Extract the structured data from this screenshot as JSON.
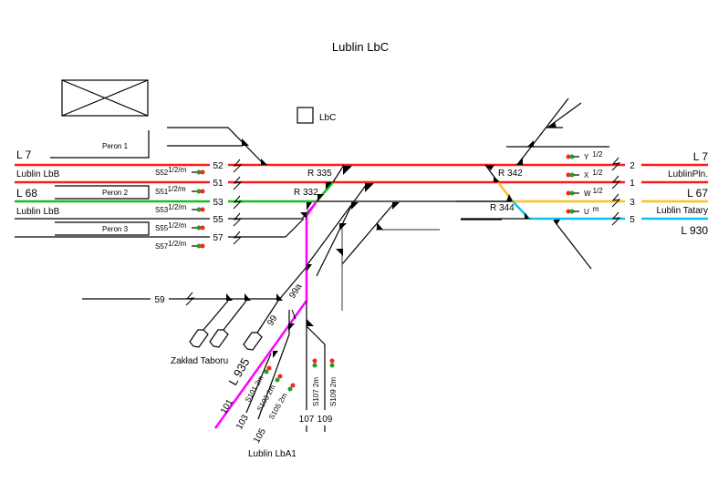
{
  "title": "Lublin LbC",
  "legend_box_label": "LbC",
  "left_labels": [
    "L 7",
    "Lublin LbB",
    "L 68",
    "Lublin LbB"
  ],
  "right_labels": [
    "L 7",
    "LublinPln.",
    "L 67",
    "Lublin Tatary",
    "L 930"
  ],
  "platforms": [
    "Peron 1",
    "Peron 2",
    "Peron 3"
  ],
  "left_track_numbers": [
    "52",
    "51",
    "53",
    "55",
    "57"
  ],
  "right_track_numbers": [
    "2",
    "1",
    "3",
    "5"
  ],
  "left_signals": [
    {
      "name": "S52",
      "sup": "1/2/m"
    },
    {
      "name": "S51",
      "sup": "1/2/m"
    },
    {
      "name": "S53",
      "sup": "1/2/m"
    },
    {
      "name": "S55",
      "sup": "1/2/m"
    },
    {
      "name": "S57",
      "sup": "1/2/m"
    }
  ],
  "right_signals": [
    {
      "name": "Y",
      "sup": "1/2"
    },
    {
      "name": "X",
      "sup": "1/2"
    },
    {
      "name": "W",
      "sup": "1/2"
    },
    {
      "name": "U",
      "sup": "m"
    }
  ],
  "switch_labels": [
    "R 335",
    "R 332",
    "R 342",
    "R 344"
  ],
  "track_59": "59",
  "track_99a": "99a",
  "track_99": "99",
  "depot_label": "Zakład Taboru",
  "line_l935": "L 935",
  "lower_tracks": [
    "101",
    "103",
    "105",
    "107",
    "109"
  ],
  "lower_signals": [
    "S101 2m",
    "S103 2m",
    "S105 2m",
    "S107 2m",
    "S109 2m"
  ],
  "bottom_station": "Lublin LbA1",
  "colors": {
    "route_red": "#ff1a1a",
    "route_green": "#16c016",
    "route_yellow": "#ffc020",
    "route_cyan": "#10c0f0",
    "route_magenta": "#ff00ff",
    "signal_red": "#ff2020",
    "signal_green": "#20a020"
  }
}
